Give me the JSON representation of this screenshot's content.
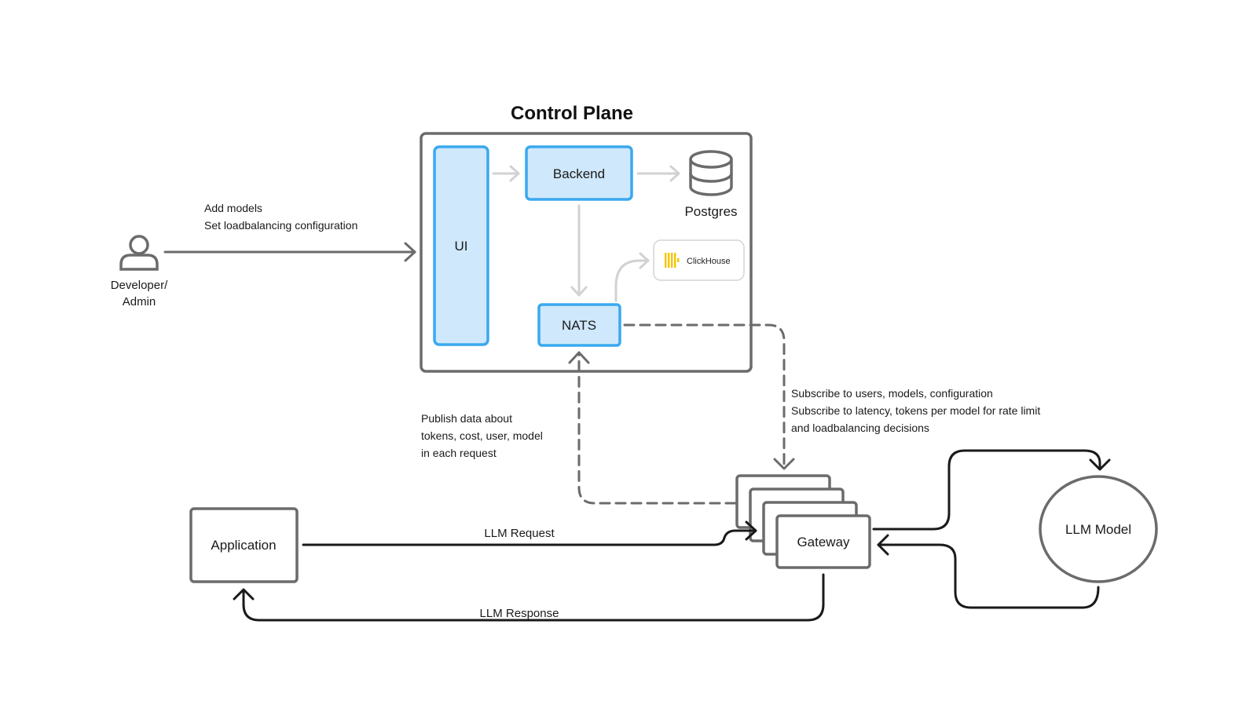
{
  "diagram": {
    "title": "Control Plane",
    "nodes": {
      "ui": "UI",
      "backend": "Backend",
      "postgres": "Postgres",
      "clickhouse": "ClickHouse",
      "nats": "NATS",
      "developer": [
        "Developer/",
        "Admin"
      ],
      "application": "Application",
      "gateway": "Gateway",
      "llm_model": "LLM Model"
    },
    "edges": {
      "developer_to_ui": [
        "Add models",
        "Set loadbalancing configuration"
      ],
      "gateway_publish": [
        "Publish data about",
        "tokens, cost, user, model",
        "in each request"
      ],
      "nats_subscribe": [
        "Subscribe to users, models, configuration",
        "Subscribe to latency, tokens per model for rate limit",
        "and loadbalancing decisions"
      ],
      "llm_request": "LLM Request",
      "llm_response": "LLM Response"
    },
    "colors": {
      "box_fill": "#cfe8fb",
      "box_stroke": "#3aa8ef",
      "frame_stroke": "#6b6b6b",
      "arrow_light": "#d2d2d2",
      "arrow_dark": "#1a1a1a",
      "arrow_dashed": "#6b6b6b",
      "clickhouse_yellow": "#f5c400"
    }
  }
}
